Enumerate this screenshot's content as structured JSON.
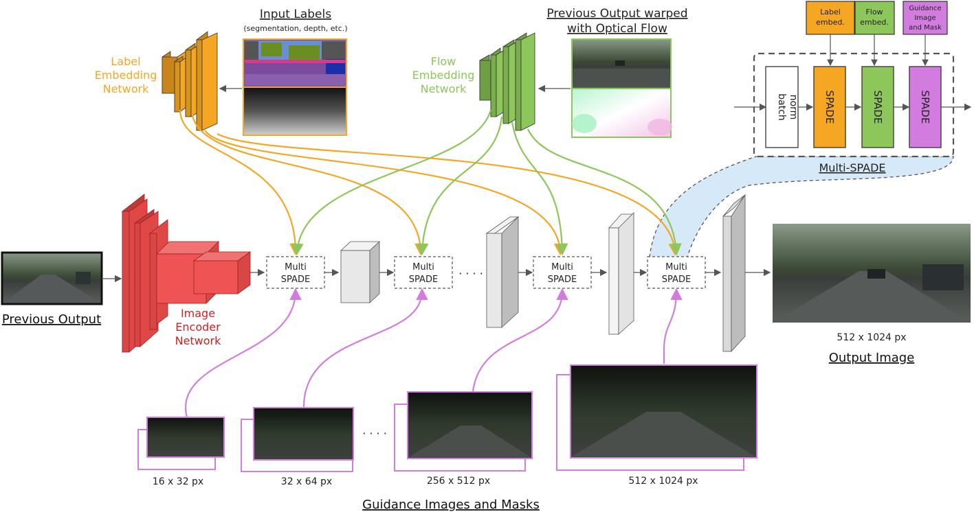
{
  "labels": {
    "input_labels_title": "Input Labels",
    "input_labels_subtitle": "(segmentation, depth, etc.)",
    "label_embedding": [
      "Label",
      "Embedding",
      "Network"
    ],
    "flow_embedding": [
      "Flow",
      "Embedding",
      "Network"
    ],
    "prev_warped": [
      "Previous Output warped",
      "with Optical Flow"
    ],
    "image_encoder": [
      "Image",
      "Encoder",
      "Network"
    ],
    "previous_output": "Previous Output",
    "output_image": "Output Image",
    "output_size": "512 x 1024 px",
    "guidance_title": "Guidance Images and Masks",
    "multi_spade_title": "Multi-SPADE",
    "batch_norm": [
      "batch",
      "norm"
    ],
    "spade": "SPADE",
    "label_embed": [
      "Label",
      "embed."
    ],
    "flow_embed": [
      "Flow",
      "embed."
    ],
    "guidance_embed": [
      "Guidance",
      "Image",
      "and Mask"
    ],
    "multi_spade_block": [
      "Multi",
      "SPADE"
    ],
    "ellipsis": "· · · ·",
    "guidance_sizes": [
      "16 x 32 px",
      "32 x 64 px",
      "256 x 512 px",
      "512 x 1024 px"
    ]
  },
  "colors": {
    "label": "#f5a623",
    "label_dark": "#c9851a",
    "flow": "#8dc65b",
    "flow_dark": "#6e9f44",
    "encoder": "#e04848",
    "encoder_text": "#cc2222",
    "guidance": "#d27ce0",
    "gray_block": "#d9d9d9",
    "highlight": "#d6e9f8"
  },
  "icons": {
    "photo": "street-scene-photo",
    "segmentation": "segmentation-map",
    "depth": "depth-map",
    "flow": "optical-flow-map"
  }
}
